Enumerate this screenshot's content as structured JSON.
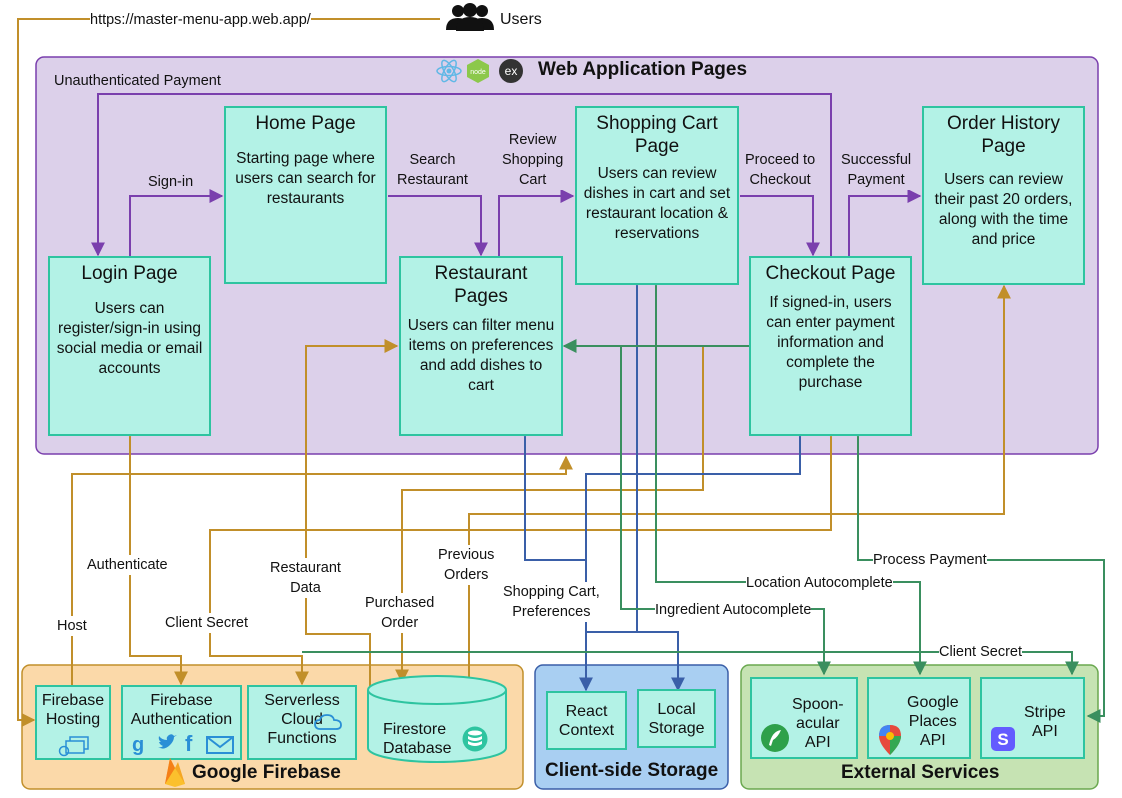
{
  "users": {
    "label": "Users",
    "url": "https://master-menu-app.web.app/"
  },
  "web_app": {
    "title": "Web Application Pages",
    "unauth_label": "Unauthenticated Payment"
  },
  "pages": {
    "home": {
      "title": "Home Page",
      "desc": "Starting page where users can search for restaurants"
    },
    "login": {
      "title": "Login Page",
      "desc": "Users can register/sign-in using social media or email accounts"
    },
    "restaurant": {
      "title": "Restaurant Pages",
      "desc": "Users can filter menu items on preferences and add dishes to cart"
    },
    "cart": {
      "title": "Shopping Cart Page",
      "desc": "Users can review dishes in cart and set restaurant location & reservations"
    },
    "checkout": {
      "title": "Checkout Page",
      "desc": "If signed-in, users can enter payment information and complete the purchase"
    },
    "history": {
      "title": "Order History Page",
      "desc": "Users can review their past 20 orders, along with the time and price"
    }
  },
  "flow_labels": {
    "signin": "Sign-in",
    "search": "Search\nRestaurant",
    "review": "Review\nShopping\nCart",
    "proceed": "Proceed to\nCheckout",
    "success": "Successful\nPayment",
    "host": "Host",
    "authenticate": "Authenticate",
    "client_secret_left": "Client Secret",
    "restaurant_data": "Restaurant\nData",
    "purchased_order": "Purchased\nOrder",
    "previous_orders": "Previous\nOrders",
    "cart_prefs": "Shopping Cart,\nPreferences",
    "ingredient": "Ingredient Autocomplete",
    "location": "Location Autocomplete",
    "process_payment": "Process Payment",
    "client_secret_right": "Client Secret"
  },
  "firebase": {
    "title": "Google Firebase",
    "hosting": "Firebase\nHosting",
    "auth": "Firebase\nAuthentication",
    "functions": "Serverless\nCloud\nFunctions",
    "firestore": "Firestore\nDatabase"
  },
  "storage": {
    "title": "Client-side Storage",
    "react": "React\nContext",
    "local": "Local\nStorage"
  },
  "external": {
    "title": "External Services",
    "spoon": "Spoon-\nacular\nAPI",
    "places": "Google\nPlaces\nAPI",
    "stripe": "Stripe\nAPI"
  },
  "icons": [
    "users-icon",
    "react-icon",
    "node-icon",
    "express-icon",
    "firebase-flame-icon",
    "google-icon",
    "twitter-icon",
    "facebook-icon",
    "mail-icon",
    "cloud-icon",
    "database-icon",
    "hosting-icon",
    "spoonacular-icon",
    "google-maps-icon",
    "stripe-icon"
  ],
  "colors": {
    "purple": "#7a3fad",
    "gold": "#c18f2a",
    "green": "#3a8f5f",
    "blue": "#3a5fa8",
    "box_fill": "#b3f2e6",
    "box_border": "#2ec4a0"
  }
}
